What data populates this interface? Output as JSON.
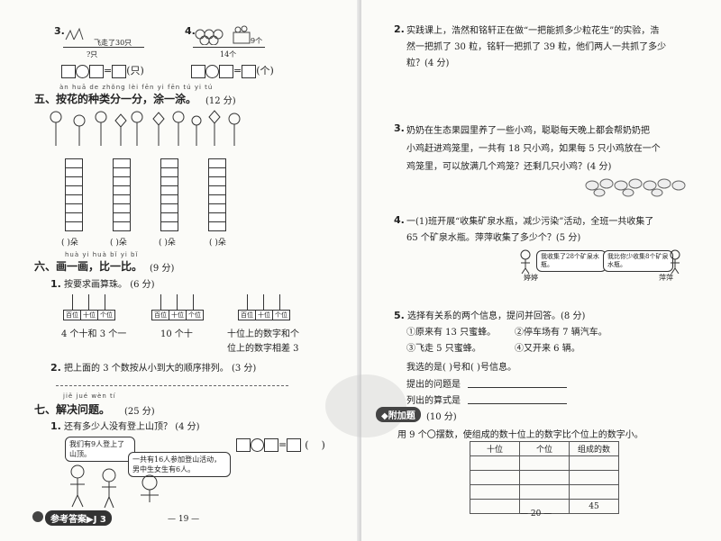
{
  "left": {
    "q3": {
      "num": "3.",
      "flew": "飞走了30只",
      "unknown": "?只",
      "eq_unit": "(只)"
    },
    "q4": {
      "num": "4.",
      "count": "9个",
      "total": "14个",
      "eq_unit": "(个)"
    },
    "sec5": {
      "pinyin": "àn huā de zhǒng lèi fēn yi fēn tú yi tú",
      "title": "五、按花的种类分一分，涂一涂。",
      "score": "(12 分)",
      "labels": [
        "(  )朵",
        "(  )朵",
        "(  )朵",
        "(  )朵"
      ]
    },
    "sec6": {
      "pinyin": "huà yi huà bǐ yi bǐ",
      "title": "六、画一画，比一比。",
      "score": "(9 分)",
      "q1": {
        "num": "1.",
        "text": "按要求画算珠。",
        "score": "(6 分)",
        "place": [
          "百位",
          "十位",
          "个位"
        ],
        "a": "4 个十和 3 个一",
        "b": "10 个十",
        "c1": "十位上的数字和个",
        "c2": "位上的数字相差 3"
      },
      "q2": {
        "num": "2.",
        "text": "把上面的 3 个数按从小到大的顺序排列。",
        "score": "(3 分)"
      }
    },
    "sec7": {
      "pinyin": "jiě jué wèn tí",
      "title": "七、解决问题。",
      "score": "(25 分)",
      "q1": {
        "num": "1.",
        "text": "还有多少人没有登上山顶？",
        "score": "(4 分)",
        "bubble1": "我们有9人登上了山顶。",
        "bubble2": "一共有16人参加登山活动，男中生女生有6人。"
      }
    },
    "footer": {
      "badge": "参考答案",
      "code": "J 3",
      "page": "— 19 —"
    }
  },
  "right": {
    "q2": {
      "num": "2.",
      "l1": "实践课上，浩然和铭轩正在做“一把能抓多少粒花生”的实验，浩",
      "l2": "然一把抓了 30 粒，铭轩一把抓了 39 粒，他们两人一共抓了多少",
      "l3": "粒？",
      "score": "(4 分)"
    },
    "q3": {
      "num": "3.",
      "l1": "奶奶在生态果园里养了一些小鸡，聪聪每天晚上都会帮奶奶把",
      "l2": "小鸡赶进鸡笼里，一共有 18 只小鸡，如果每 5 只小鸡放在一个",
      "l3": "鸡笼里，可以放满几个鸡笼？还剩几只小鸡？",
      "score": "(4 分)"
    },
    "q4": {
      "num": "4.",
      "l1": "一(1)班开展“收集矿泉水瓶，减少污染”活动，全班一共收集了",
      "l2": "65 个矿泉水瓶。萍萍收集了多少个？",
      "score": "(5 分)",
      "bubble1": "我收集了28个矿泉水瓶。",
      "bubble2": "我比你少收集8个矿泉水瓶。",
      "name1": "婷婷",
      "name2": "萍萍"
    },
    "q5": {
      "num": "5.",
      "text": "选择有关系的两个信息，提问并回答。",
      "score": "(8 分)",
      "opts": [
        "①原来有 13 只蜜蜂。",
        "②停车场有 7 辆汽车。",
        "③飞走 5 只蜜蜂。",
        "④又开来 6 辆。"
      ],
      "choose": "我选的是(    )号和(    )号信息。",
      "ask": "提出的问题是",
      "formula": "列出的算式是"
    },
    "extra": {
      "title": "附加题",
      "score": "(10 分)",
      "text": "用 9 个〇摆数，使组成的数十位上的数字比个位上的数字小。",
      "headers": [
        "十位",
        "个位",
        "组成的数"
      ],
      "example": "45"
    },
    "footer": {
      "page": "— 20 —"
    }
  }
}
